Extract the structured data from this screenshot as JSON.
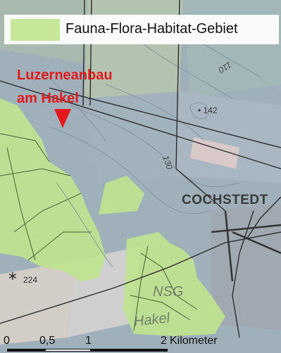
{
  "legend": {
    "label": "Fauna-Flora-Habitat-Gebiet",
    "swatch_color": "#c6e69a"
  },
  "site": {
    "label_line1": "Luzerneanbau",
    "label_line2": "am Hakel",
    "marker_color": "#e31a1c",
    "marker_shape": "triangle-down"
  },
  "places": {
    "town": "COCHSTEDT",
    "reserve_abbr": "NSG",
    "forest": "Hakel"
  },
  "elevations": {
    "point_1": "142",
    "point_2": "224"
  },
  "contours": {
    "label_a": "110",
    "label_b": "130"
  },
  "symbols": {
    "asterisk": "*"
  },
  "scale_bar": {
    "ticks": [
      "0",
      "0,5",
      "1",
      "2"
    ],
    "unit": "Kilometer"
  }
}
